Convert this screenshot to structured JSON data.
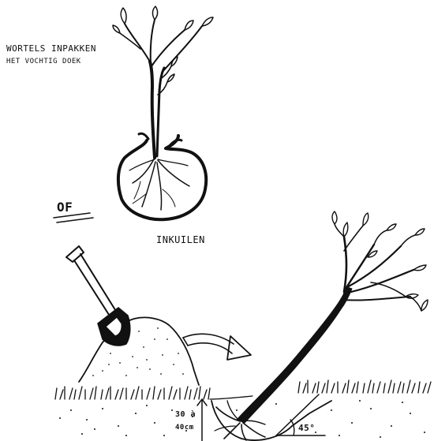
{
  "labels": {
    "wrap_line1": "WORTELS INPAKKEN",
    "wrap_line2": "HET VOCHTIG DOEK",
    "or": "OF",
    "heel_in": "INKUILEN",
    "depth_line1": "30 à",
    "depth_line2": "40cm",
    "angle": "45°"
  },
  "colors": {
    "ink": "#111111",
    "paper": "#ffffff"
  },
  "icons": {
    "shovel": "shovel-icon",
    "arrow": "curved-arrow-icon"
  }
}
